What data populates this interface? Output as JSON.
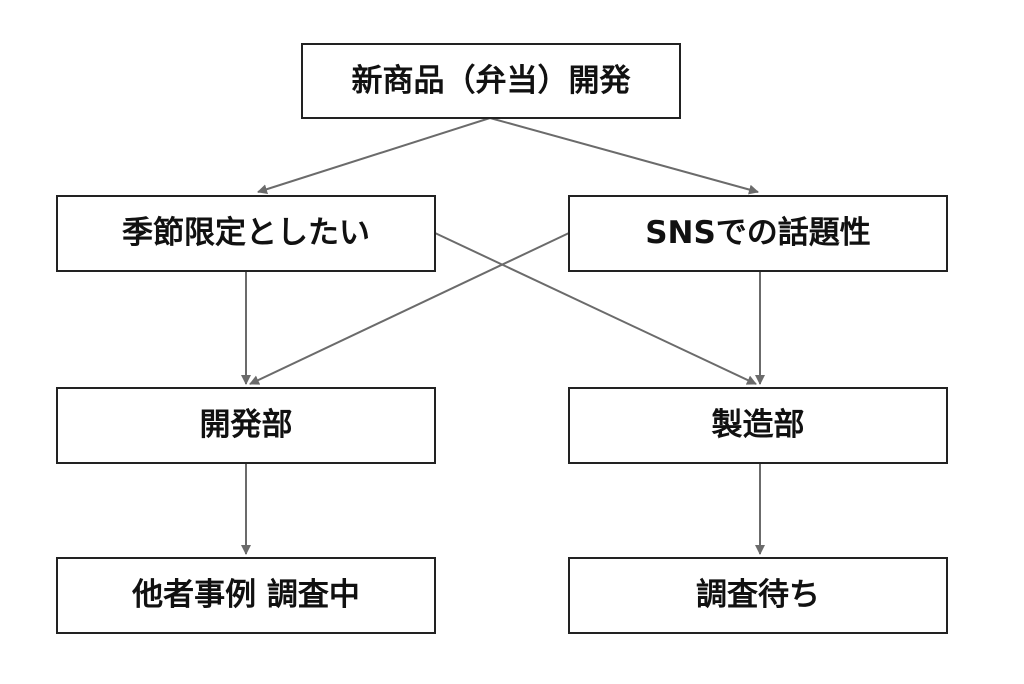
{
  "diagram": {
    "type": "flowchart",
    "nodes": {
      "root": "新商品（弁当）開発",
      "seasonal": "季節限定としたい",
      "sns": "SNSでの話題性",
      "dev_dept": "開発部",
      "mfg_dept": "製造部",
      "dev_status": "他者事例 調査中",
      "mfg_status": "調査待ち"
    },
    "edges": [
      {
        "from": "root",
        "to": "seasonal"
      },
      {
        "from": "root",
        "to": "sns"
      },
      {
        "from": "seasonal",
        "to": "dev_dept"
      },
      {
        "from": "seasonal",
        "to": "mfg_dept"
      },
      {
        "from": "sns",
        "to": "dev_dept"
      },
      {
        "from": "sns",
        "to": "mfg_dept"
      },
      {
        "from": "dev_dept",
        "to": "dev_status"
      },
      {
        "from": "mfg_dept",
        "to": "mfg_status"
      }
    ],
    "colors": {
      "box_border": "#222222",
      "arrow": "#6b6b6b",
      "text": "#111111"
    }
  }
}
